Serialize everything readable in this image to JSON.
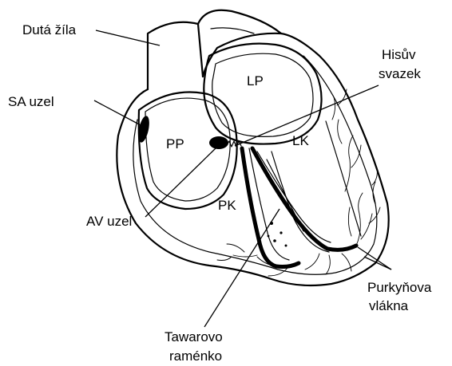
{
  "labels": {
    "duta_zila": "Dutá žíla",
    "sa_uzel": "SA uzel",
    "av_uzel": "AV uzel",
    "hisuv_line1": "Hisův",
    "hisuv_line2": "svazek",
    "tawarovo_line1": "Tawarovo",
    "tawarovo_line2": "raménko",
    "purkynova_line1": "Purkyňova",
    "purkynova_line2": "vlákna",
    "chambers": {
      "lp": "LP",
      "pp": "PP",
      "lk": "LK",
      "pk": "PK"
    }
  },
  "colors": {
    "line": "#000000",
    "background": "#ffffff"
  }
}
